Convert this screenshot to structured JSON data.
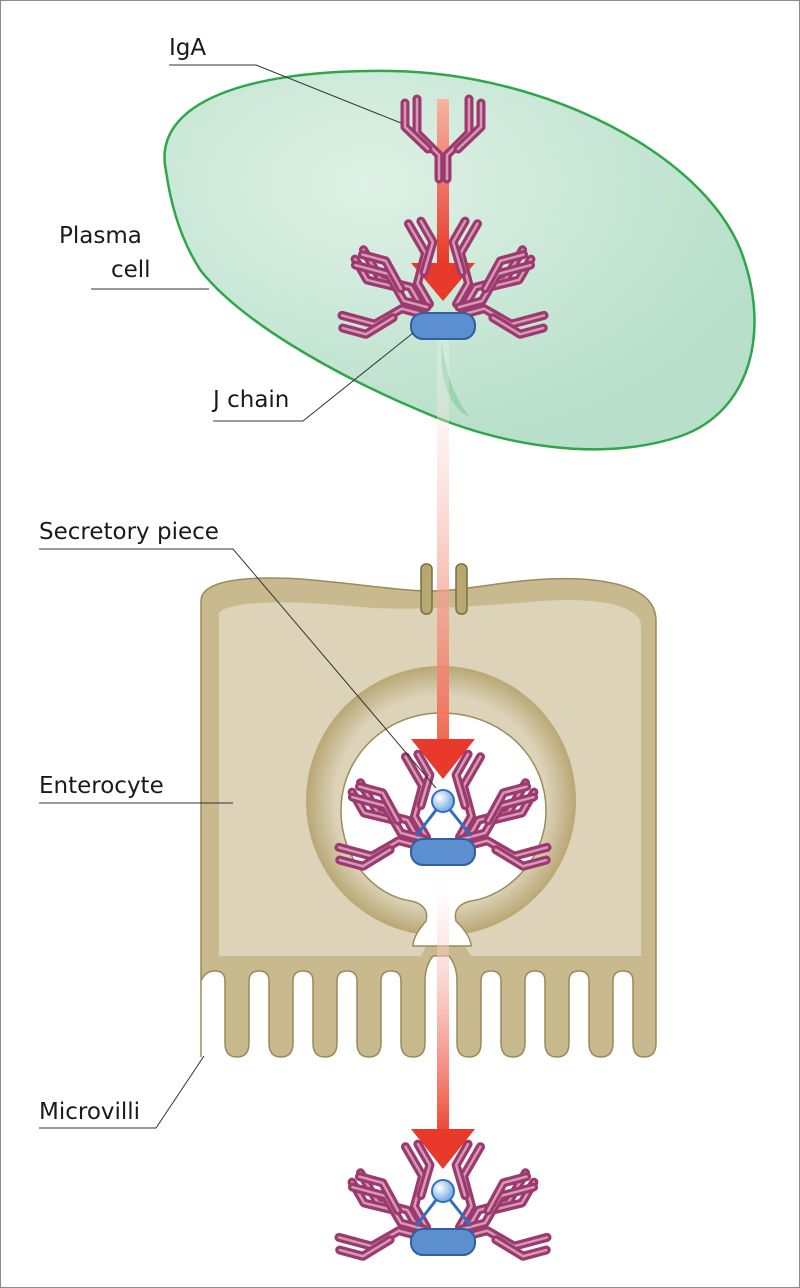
{
  "labels": {
    "iga": "IgA",
    "plasma_line1": "Plasma",
    "plasma_line2": "cell",
    "j_chain": "J chain",
    "secretory_piece": "Secretory piece",
    "enterocyte": "Enterocyte",
    "microvilli": "Microvilli"
  },
  "colors": {
    "plasma_fill": "#c2e4d3",
    "plasma_stroke": "#2ea64a",
    "enterocyte_fill": "#c8b98e",
    "enterocyte_inner": "#ddd3b9",
    "antibody": "#9c3a6e",
    "antibody_light": "#c97aa3",
    "j_chain": "#5b8fd0",
    "arrow": "#e8392a"
  },
  "icons": [
    "antibody-icon",
    "j-chain-icon",
    "secretory-piece-icon",
    "arrow-icon"
  ]
}
